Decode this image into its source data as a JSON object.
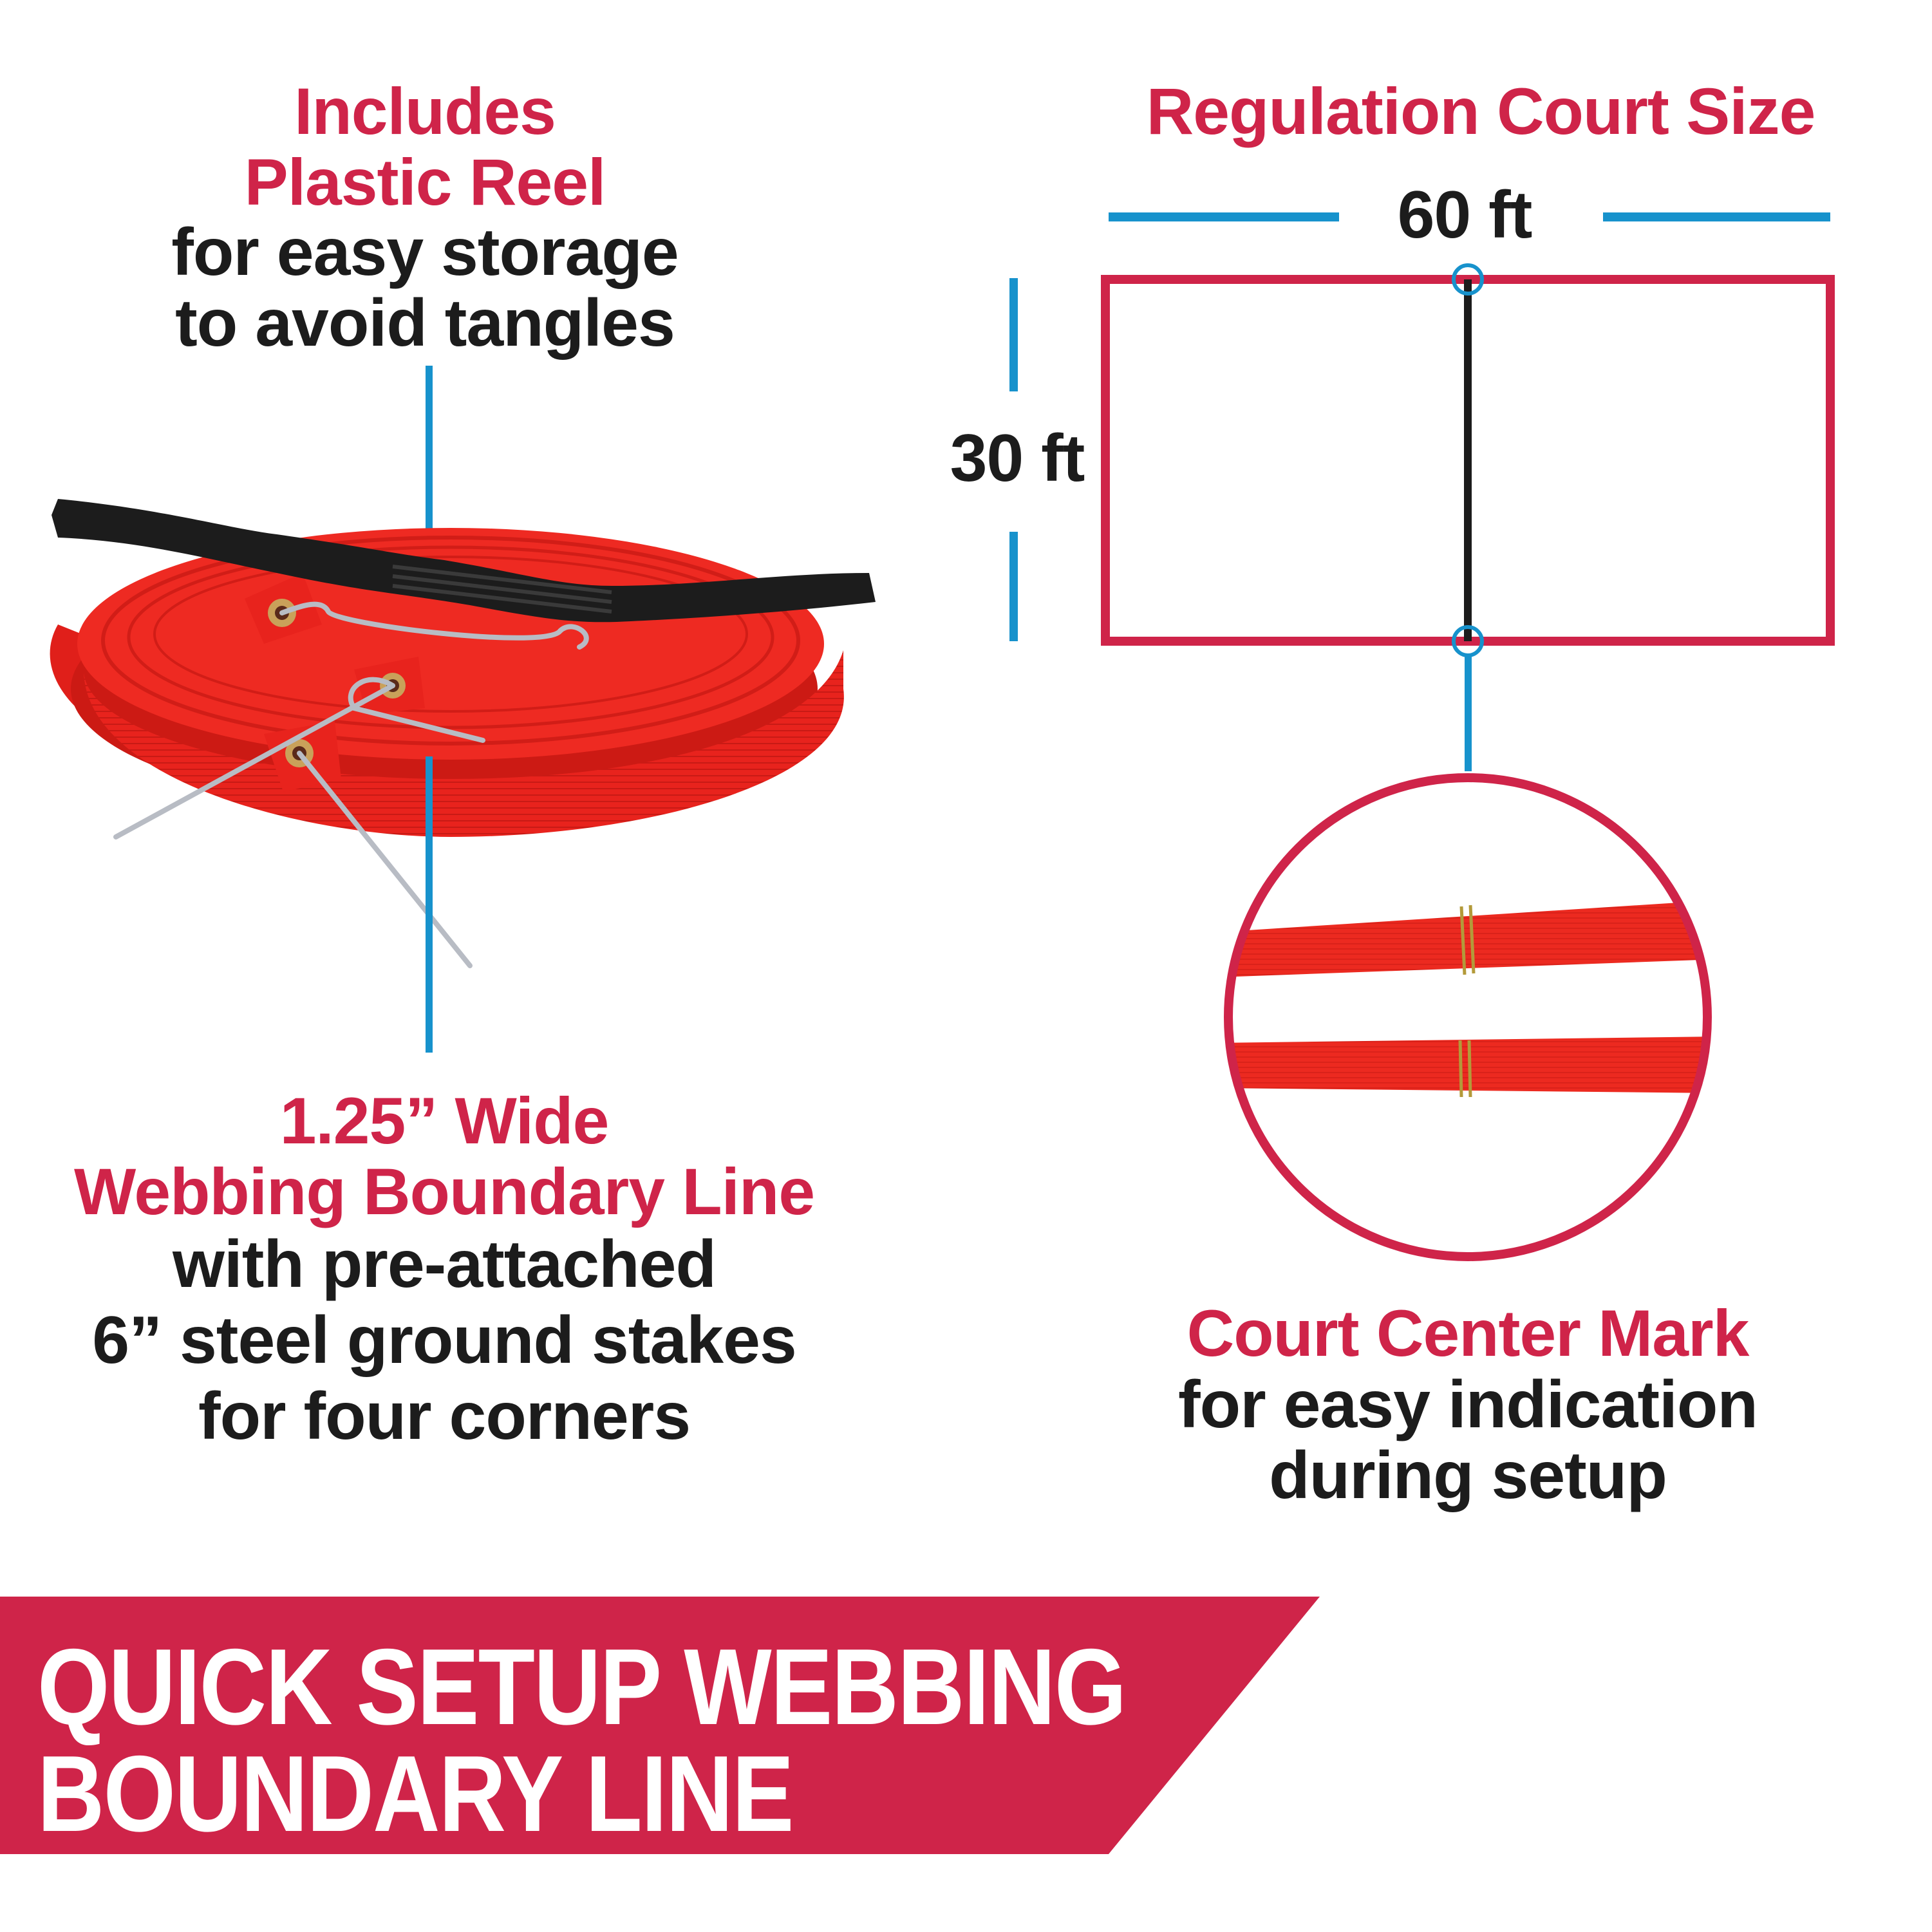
{
  "reel_callout": {
    "title_line1": "Includes",
    "title_line2": "Plastic Reel",
    "body_line1": "for easy storage",
    "body_line2": "to avoid tangles"
  },
  "webbing_callout": {
    "title_line1": "1.25” Wide",
    "title_line2": "Webbing Boundary Line",
    "body_line1": "with pre-attached",
    "body_line2": "6” steel ground stakes",
    "body_line3": "for four corners"
  },
  "court_diagram": {
    "title": "Regulation Court Size",
    "width_label": "60 ft",
    "height_label": "30 ft"
  },
  "center_mark_callout": {
    "title": "Court Center Mark",
    "body_line1": "for easy indication",
    "body_line2": "during setup"
  },
  "banner": {
    "line1": "QUICK SETUP WEBBING",
    "line2": "BOUNDARY LINE"
  },
  "colors": {
    "accent_red": "#cf2449",
    "leader_blue": "#1792cc",
    "text_dark": "#1c1c1c",
    "webbing_red": "#e8231d"
  }
}
